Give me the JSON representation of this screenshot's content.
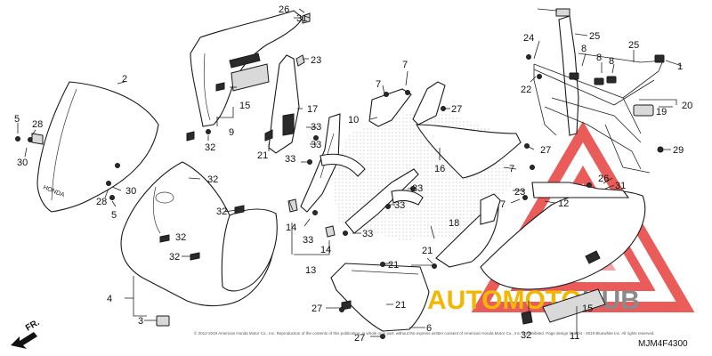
{
  "diagram": {
    "part_code": "MJM4F4300",
    "direction_label": "FR.",
    "copyright": "© 2012-2019 American Honda Motor Co., Inc. Reproduction of the contents of this publication, in whole or in part, without the express written consent of American Honda Motor Co., Inc. is prohibited. Page design © 2004 - 2019 Bluewhite Inc. All rights reserved.",
    "decal_text": "HONDA"
  },
  "watermark": {
    "word_a": "AUTO",
    "word_b": "MOTO",
    "word_c": "HUB",
    "colors": {
      "red": "#e53935",
      "yellow": "#f2b705",
      "grey": "#8a8a8a"
    }
  },
  "callouts": {
    "c1": "1",
    "c2": "2",
    "c3": "3",
    "c4": "4",
    "c5a": "5",
    "c5b": "5",
    "c6": "6",
    "c7a": "7",
    "c7b": "7",
    "c7c": "7",
    "c7d": "7",
    "c8a": "8",
    "c8b": "8",
    "c8c": "8",
    "c9": "9",
    "c10": "10",
    "c11": "11",
    "c12": "12",
    "c13": "13",
    "c14a": "14",
    "c14b": "14",
    "c15a": "15",
    "c15b": "15",
    "c16": "16",
    "c17": "17",
    "c18": "18",
    "c19": "19",
    "c20": "20",
    "c21a": "21",
    "c21b": "21",
    "c21c": "21",
    "c21d": "21",
    "c22": "22",
    "c23a": "23",
    "c23b": "23",
    "c24": "24",
    "c25a": "25",
    "c25b": "25",
    "c26a": "26",
    "c26b": "26",
    "c27a": "27",
    "c27b": "27",
    "c27c": "27",
    "c27d": "27",
    "c28a": "28",
    "c28b": "28",
    "c29": "29",
    "c30a": "30",
    "c30b": "30",
    "c31a": "31",
    "c31b": "31",
    "c32a": "32",
    "c32b": "32",
    "c32c": "32",
    "c32d": "32",
    "c32e": "32",
    "c32f": "32",
    "c33a": "33",
    "c33b": "33",
    "c33c": "33",
    "c33d": "33",
    "c33e": "33",
    "c33f": "33"
  }
}
